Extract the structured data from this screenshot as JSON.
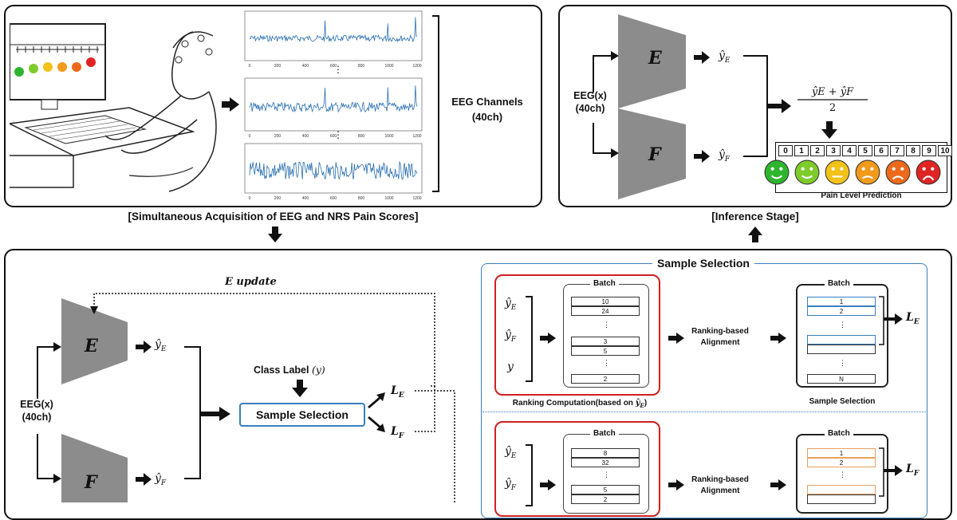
{
  "top_left": {
    "channels_label_1": "EEG Channels",
    "channels_label_2": "(40ch)",
    "caption": "[Simultaneous Acquisition of EEG and NRS Pain Scores]",
    "axis_ticks": [
      "0",
      "200",
      "400",
      "600",
      "800",
      "1000",
      "1200"
    ],
    "dots": "⋮"
  },
  "inference": {
    "input_1": "EEG(x)",
    "input_2": "(40ch)",
    "model_e": "E",
    "model_f": "F",
    "yhat_e": "ŷ",
    "sub_e": "E",
    "yhat_f": "ŷ",
    "sub_f": "F",
    "formula_num": "ŷE + ŷF",
    "formula_den": "2",
    "scale": [
      "0",
      "1",
      "2",
      "3",
      "4",
      "5",
      "6",
      "7",
      "8",
      "9",
      "10"
    ],
    "pain_label": "Pain Level Prediction",
    "caption": "[Inference Stage]"
  },
  "training": {
    "update_label": "E update",
    "input_1": "EEG(x)",
    "input_2": "(40ch)",
    "model_e": "E",
    "model_f": "F",
    "class_label": "Class Label",
    "class_var": "(y)",
    "sample_selection_button": "Sample Selection",
    "loss_e": "L",
    "loss_e_sub": "E",
    "loss_f": "L",
    "loss_f_sub": "F"
  },
  "sample_selection_panel": {
    "title": "Sample Selection",
    "row1": {
      "inputs": [
        "ŷE",
        "ŷF",
        "y"
      ],
      "batch_title": "Batch",
      "batch_values": [
        "10",
        "24",
        "3",
        "5",
        "2"
      ],
      "align_label_1": "Ranking-based",
      "align_label_2": "Alignment",
      "ranking_caption": "Ranking Computation(based on ŷE)",
      "selected_title": "Batch",
      "selected_values": [
        "1",
        "2",
        "N"
      ],
      "selected_caption": "Sample Selection",
      "loss": "LE"
    },
    "row2": {
      "inputs": [
        "ŷE",
        "ŷF"
      ],
      "batch_title": "Batch",
      "batch_values": [
        "8",
        "32",
        "5",
        "2"
      ],
      "align_label_1": "Ranking-based",
      "align_label_2": "Alignment",
      "selected_title": "Batch",
      "selected_values": [
        "1",
        "2"
      ],
      "loss": "LF"
    }
  },
  "colors": {
    "trapezoid": "#8c8c8c",
    "selection_blue": "#3a7ec0",
    "ranking_red": "#d02020",
    "selected_orange": "#e8a060",
    "face_green_dark": "#2db52d",
    "face_green": "#7ecb2a",
    "face_yellow": "#f2c21a",
    "face_orange": "#f29a1a",
    "face_deep_orange": "#ec6a1a",
    "face_red": "#e02424"
  }
}
